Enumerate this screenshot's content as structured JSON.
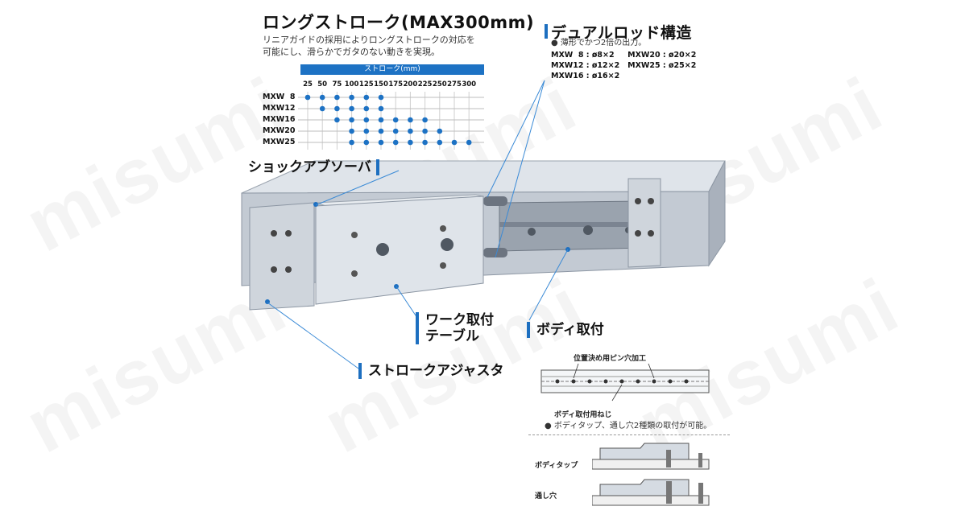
{
  "watermark": "misumi",
  "stroke": {
    "title": "ロングストローク(MAX300mm)",
    "desc_line1": "リニアガイドの採用によりロングストロークの対応を",
    "desc_line2": "可能にし、滑らかでガタのない動きを実現。"
  },
  "chart_data": {
    "type": "table",
    "header": "ストローク(mm)",
    "columns": [
      25,
      50,
      75,
      100,
      125,
      150,
      175,
      200,
      225,
      250,
      275,
      300
    ],
    "rows": [
      {
        "model": "MXW  8",
        "strokes": [
          25,
          50,
          75,
          100,
          125,
          150
        ]
      },
      {
        "model": "MXW12",
        "strokes": [
          50,
          75,
          100,
          125,
          150
        ]
      },
      {
        "model": "MXW16",
        "strokes": [
          75,
          100,
          125,
          150,
          175,
          200,
          225
        ]
      },
      {
        "model": "MXW20",
        "strokes": [
          100,
          125,
          150,
          175,
          200,
          225,
          250
        ]
      },
      {
        "model": "MXW25",
        "strokes": [
          100,
          125,
          150,
          175,
          200,
          225,
          250,
          275,
          300
        ]
      }
    ],
    "dot_color": "#1d72c4"
  },
  "dual_rod": {
    "title": "デュアルロッド構造",
    "bullet": "● 薄形でかつ2倍の出力。",
    "spec1": "MXW  8 : ø8×2     MXW20 : ø20×2",
    "spec2": "MXW12 : ø12×2   MXW25 : ø25×2",
    "spec3": "MXW16 : ø16×2"
  },
  "callouts": {
    "shock": "ショックアブソーバ",
    "table_line1": "ワーク取付",
    "table_line2": "テーブル",
    "body_mount": "ボディ取付",
    "adjuster": "ストロークアジャスタ"
  },
  "detail": {
    "pin_label": "位置決め用ピン穴加工",
    "screw_label": "ボディ取付用ねじ",
    "screw_desc": "● ボディタップ、通し穴2種類の取付が可能。",
    "tap_label": "ボディタップ",
    "through_label": "通し穴"
  },
  "colors": {
    "accent": "#1d6fc0",
    "body": "#c5ccd6",
    "body_dark": "#8c96a3"
  }
}
